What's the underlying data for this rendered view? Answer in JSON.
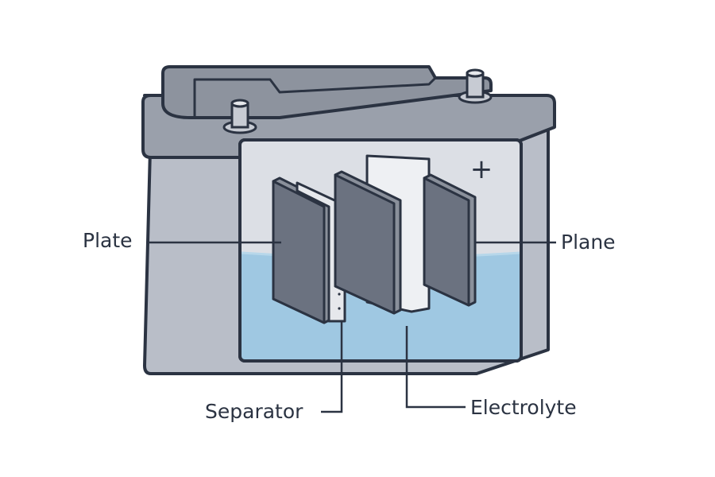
{
  "diagram": {
    "labels": {
      "plate": "Plate",
      "plane": "Plane",
      "separator": "Separator",
      "electrolyte": "Electrolyte"
    },
    "terminal_symbol": "+",
    "colors": {
      "outline": "#2b3342",
      "case": "#b9bec8",
      "lid": "#9aa0ab",
      "lid_top": "#8d939e",
      "window": "#dcdfe5",
      "electrolyte": "#9fc8e2",
      "electrolyte_surface": "#b7d7ea",
      "plate": "#6b7280",
      "plate_edge": "#8a909b",
      "separator": "#e6e8ec"
    },
    "icons": [
      "positive-terminal-icon",
      "negative-terminal-icon"
    ]
  }
}
